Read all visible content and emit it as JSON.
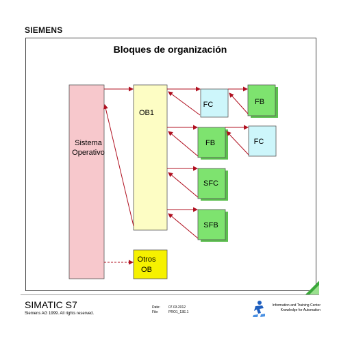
{
  "header": {
    "brand": "SIEMENS"
  },
  "slide": {
    "title": "Bloques de organización"
  },
  "diagram": {
    "os_line1": "Sistema",
    "os_line2": "Operativo",
    "ob1": "OB1",
    "fc_top": "FC",
    "fb_top_right": "FB",
    "fb_mid": "FB",
    "fc_mid_right": "FC",
    "sfc": "SFC",
    "sfb": "SFB",
    "other_line1": "Otros",
    "other_line2": "OB"
  },
  "footer": {
    "product": "SIMATIC S7",
    "copyright": "Siemens AG 1999. All rights reserved.",
    "date_label": "Date:",
    "date_value": "07.03.2012",
    "file_label": "File:",
    "file_value": "PRO1_13E.1",
    "itc_line1": "Information and Training Center",
    "itc_line2": "Knowledge for Automation"
  },
  "colors": {
    "os": "#f7c8cc",
    "ob1": "#fdfdc4",
    "fc": "#cdf6fb",
    "fb": "#7ee36f",
    "other_ob": "#f6f100",
    "arrow": "#b01020"
  }
}
